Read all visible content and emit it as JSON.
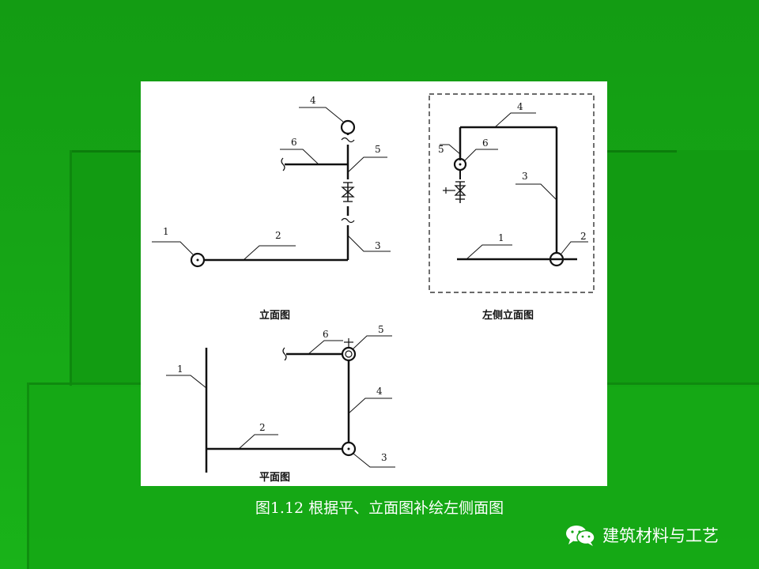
{
  "caption": "图1.12  根据平、立面图补绘左侧面图",
  "watermark": {
    "text": "建筑材料与工艺",
    "icon": "wechat-icon"
  },
  "views": {
    "front": {
      "caption": "立面图",
      "labels": [
        "1",
        "2",
        "3",
        "4",
        "5",
        "6"
      ]
    },
    "left": {
      "caption": "左侧立面图",
      "labels": [
        "1",
        "2",
        "3",
        "4",
        "5",
        "6"
      ]
    },
    "plan": {
      "caption": "平面图",
      "labels": [
        "1",
        "2",
        "3",
        "4",
        "5",
        "6"
      ]
    }
  },
  "colors": {
    "background": "#16a516",
    "figure": "#ffffff",
    "line": "#111111",
    "text": "#ffffff"
  }
}
